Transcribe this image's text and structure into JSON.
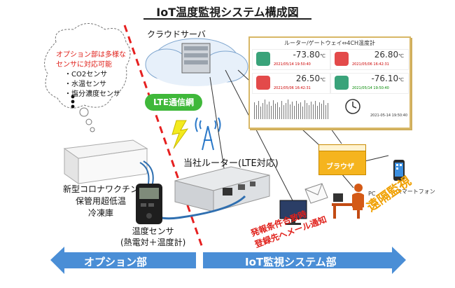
{
  "title": "IoT温度監視システム構成図",
  "cloud": {
    "label": "クラウドサーバ"
  },
  "network": {
    "lte_label": "LTE通信網"
  },
  "router": {
    "label": "当社ルーター(LTE対応)"
  },
  "dashboard": {
    "title": "ルーター/ゲートウェイ⇔4CH温度計",
    "tiles": [
      {
        "value": "-73.80",
        "unit": "℃",
        "date": "2021/05/14 19:50:40",
        "icon_color": "#3aa37a",
        "date_color": "#c00"
      },
      {
        "value": "26.80",
        "unit": "℃",
        "date": "2021/05/06 16:42:31",
        "icon_color": "#e34a4a",
        "date_color": "#c00"
      },
      {
        "value": "26.50",
        "unit": "℃",
        "date": "2021/05/06 16:42:31",
        "icon_color": "#e34a4a",
        "date_color": "#c00"
      },
      {
        "value": "-76.10",
        "unit": "℃",
        "date": "2021/05/14 19:50:40",
        "icon_color": "#3aa37a",
        "date_color": "#080"
      }
    ],
    "last_update": "2021-05-14 19:50:40"
  },
  "browser": {
    "label": "ブラウザ"
  },
  "devices": {
    "pc_label": "PC",
    "smartphone_label": "スマートフォン"
  },
  "alert": {
    "line1": "発報条件合致時",
    "line2": "登録先へメール通知"
  },
  "remote_label": "遠隔監視",
  "option_note": {
    "line1": "オプション部は多様な",
    "line2": "センサに対応可能",
    "items": [
      "・CO2センサ",
      "・水温センサ",
      "・塩分濃度センサ"
    ]
  },
  "freezer": {
    "line1": "新型コロナワクチン",
    "line2": "保管用超低温",
    "line3": "冷凍庫"
  },
  "sensor": {
    "line1": "温度センサ",
    "line2": "(熱電対＋温度計)"
  },
  "arrows": {
    "option": "オプション部",
    "iot": "IoT監視システム部"
  },
  "colors": {
    "accent_blue": "#4a8ed6",
    "alert_red": "#e0201a",
    "remote_orange": "#f0a000",
    "lte_green": "#3fb83a",
    "dashed_red": "#e62020"
  }
}
